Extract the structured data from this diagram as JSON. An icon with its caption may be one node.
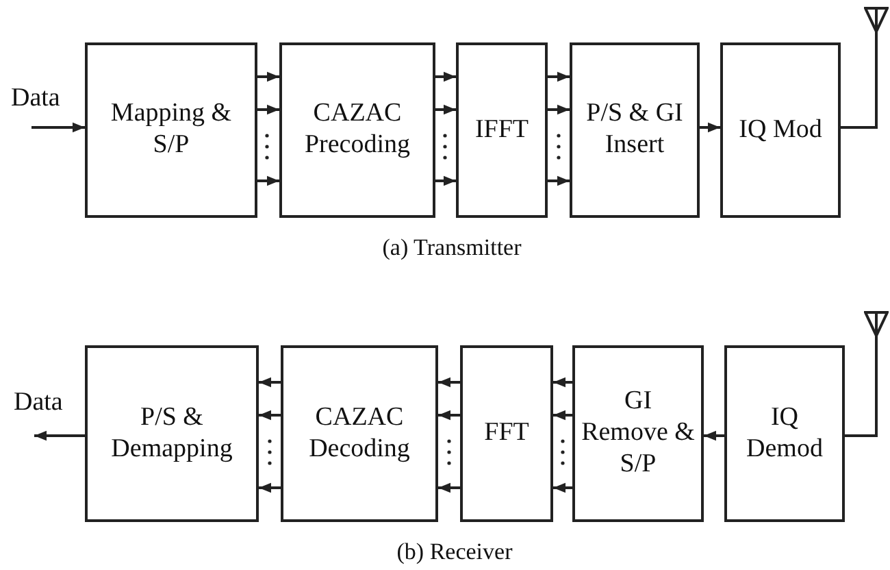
{
  "diagram": {
    "nodes": [
      {
        "text": [
          "Data"
        ]
      },
      {
        "text": [
          "Mapping & S/P"
        ]
      },
      {
        "text": [
          "CAZAC Precoding"
        ]
      },
      {
        "text": [
          "IFFT"
        ]
      },
      {
        "text": [
          "P/S & GI Insert"
        ]
      },
      {
        "text": [
          "IQ Mod"
        ]
      },
      {
        "text": [],
        "shape": "picture"
      },
      {
        "text": [
          "Data"
        ]
      },
      {
        "text": [
          "P/S & Demapping"
        ]
      },
      {
        "text": [
          "CAZAC Decoding"
        ]
      },
      {
        "text": [
          "FFT"
        ]
      },
      {
        "text": [
          "GI Remove & S/P"
        ]
      },
      {
        "text": [
          "IQ Demod"
        ]
      },
      {
        "text": [],
        "shape": "picture"
      }
    ],
    "edges": [
      {
        "from": 0,
        "to": 1,
        "arrow": "to"
      },
      {
        "from": 1,
        "to": 2,
        "arrow": "to"
      },
      {
        "from": 1,
        "to": 2,
        "arrow": "to"
      },
      {
        "from": 1,
        "to": 2,
        "arrow": "to"
      },
      {
        "from": 2,
        "to": 3,
        "arrow": "to"
      },
      {
        "from": 2,
        "to": 3,
        "arrow": "to"
      },
      {
        "from": 2,
        "to": 3,
        "arrow": "to"
      },
      {
        "from": 3,
        "to": 4,
        "arrow": "to"
      },
      {
        "from": 3,
        "to": 4,
        "arrow": "to"
      },
      {
        "from": 3,
        "to": 4,
        "arrow": "to"
      },
      {
        "from": 4,
        "to": 5,
        "arrow": "to"
      },
      {
        "from": 5,
        "to": 6,
        "arrow": "none"
      },
      {
        "from": 13,
        "to": 12,
        "arrow": "none"
      },
      {
        "from": 12,
        "to": 11,
        "arrow": "to"
      },
      {
        "from": 11,
        "to": 10,
        "arrow": "to"
      },
      {
        "from": 11,
        "to": 10,
        "arrow": "to"
      },
      {
        "from": 11,
        "to": 10,
        "arrow": "to"
      },
      {
        "from": 10,
        "to": 9,
        "arrow": "to"
      },
      {
        "from": 10,
        "to": 9,
        "arrow": "to"
      },
      {
        "from": 10,
        "to": 9,
        "arrow": "to"
      },
      {
        "from": 9,
        "to": 8,
        "arrow": "to"
      },
      {
        "from": 9,
        "to": 8,
        "arrow": "to"
      },
      {
        "from": 9,
        "to": 8,
        "arrow": "to"
      },
      {
        "from": 8,
        "to": 7,
        "arrow": "to"
      }
    ],
    "labels": [
      "(a) Transmitter",
      "(b) Receiver"
    ]
  }
}
